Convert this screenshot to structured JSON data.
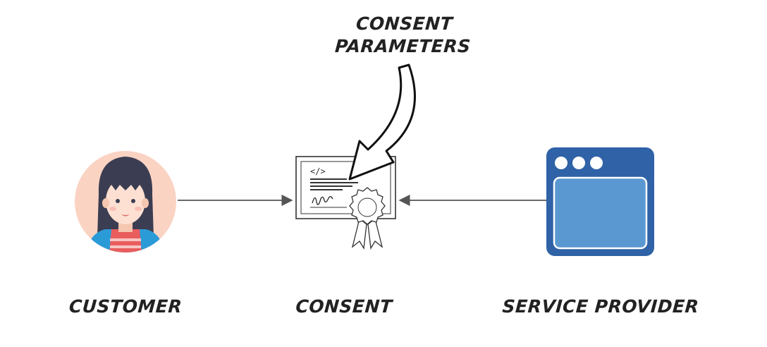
{
  "diagram": {
    "nodes": {
      "customer": {
        "label": "CUSTOMER",
        "icon": "woman-avatar-icon"
      },
      "consent": {
        "label": "CONSENT",
        "icon": "certificate-icon",
        "icon_text": "</>"
      },
      "provider": {
        "label": "SERVICE PROVIDER",
        "icon": "browser-window-icon"
      }
    },
    "annotation": {
      "line1": "CONSENT",
      "line2": "PARAMETERS"
    },
    "edges": [
      {
        "from": "customer",
        "to": "consent"
      },
      {
        "from": "provider",
        "to": "consent"
      },
      {
        "from": "annotation",
        "to": "consent"
      }
    ],
    "colors": {
      "text": "#222222",
      "arrow": "#555555",
      "avatar_bg": "#fbd3c3",
      "hair": "#3b3e52",
      "skin": "#fde0d2",
      "shirt_blue": "#2b9bd8",
      "shirt_stripes": "#e95d5d",
      "window_frame": "#2f62a6",
      "window_body": "#5a98d1"
    }
  }
}
